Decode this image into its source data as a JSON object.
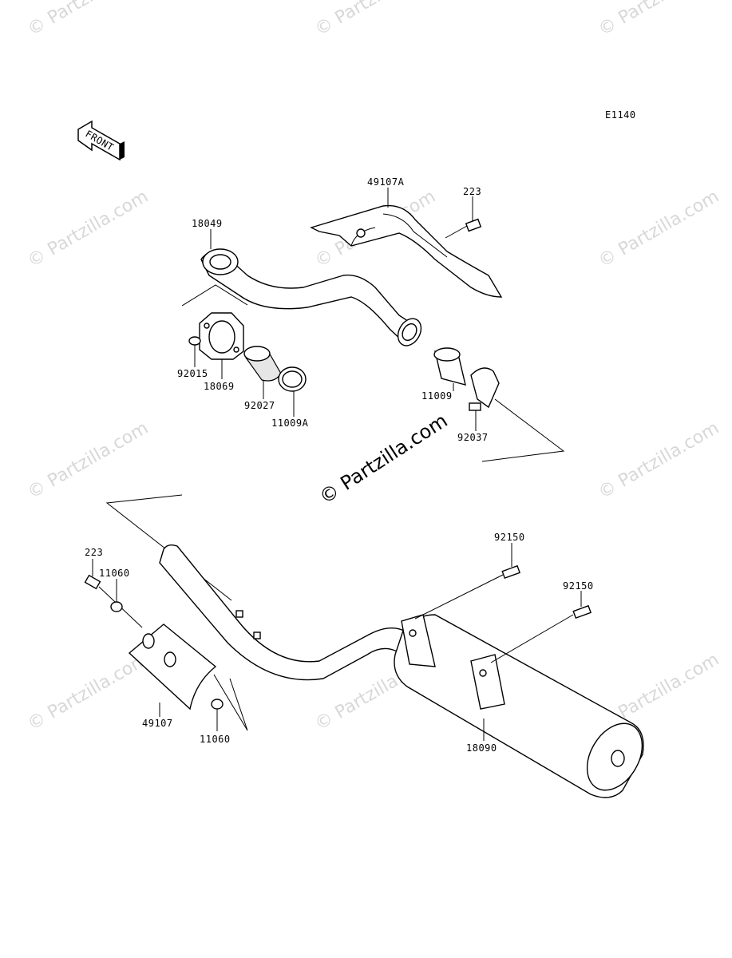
{
  "diagram": {
    "code": "E1140",
    "front_label": "FRONT",
    "watermark": "© Partzilla.com",
    "main_watermark": "© Partzilla.com"
  },
  "parts": [
    {
      "id": "49107A",
      "label": "49107A"
    },
    {
      "id": "223a",
      "label": "223"
    },
    {
      "id": "18049",
      "label": "18049"
    },
    {
      "id": "92015",
      "label": "92015"
    },
    {
      "id": "18069",
      "label": "18069"
    },
    {
      "id": "92027",
      "label": "92027"
    },
    {
      "id": "11009A",
      "label": "11009A"
    },
    {
      "id": "11009",
      "label": "11009"
    },
    {
      "id": "92037",
      "label": "92037"
    },
    {
      "id": "92150a",
      "label": "92150"
    },
    {
      "id": "92150b",
      "label": "92150"
    },
    {
      "id": "223b",
      "label": "223"
    },
    {
      "id": "11060a",
      "label": "11060"
    },
    {
      "id": "49107",
      "label": "49107"
    },
    {
      "id": "11060b",
      "label": "11060"
    },
    {
      "id": "18090",
      "label": "18090"
    }
  ]
}
